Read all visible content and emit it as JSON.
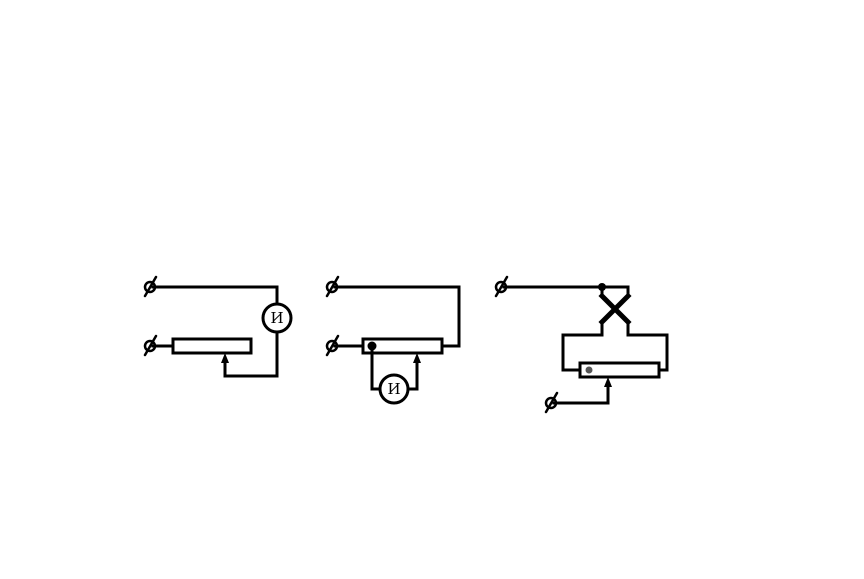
{
  "diagram": {
    "meter_symbol": "И",
    "circuits": [
      {
        "name": "circuit-series-rheostat"
      },
      {
        "name": "circuit-shunt-meter"
      },
      {
        "name": "circuit-potentiometer-crossed"
      }
    ]
  }
}
